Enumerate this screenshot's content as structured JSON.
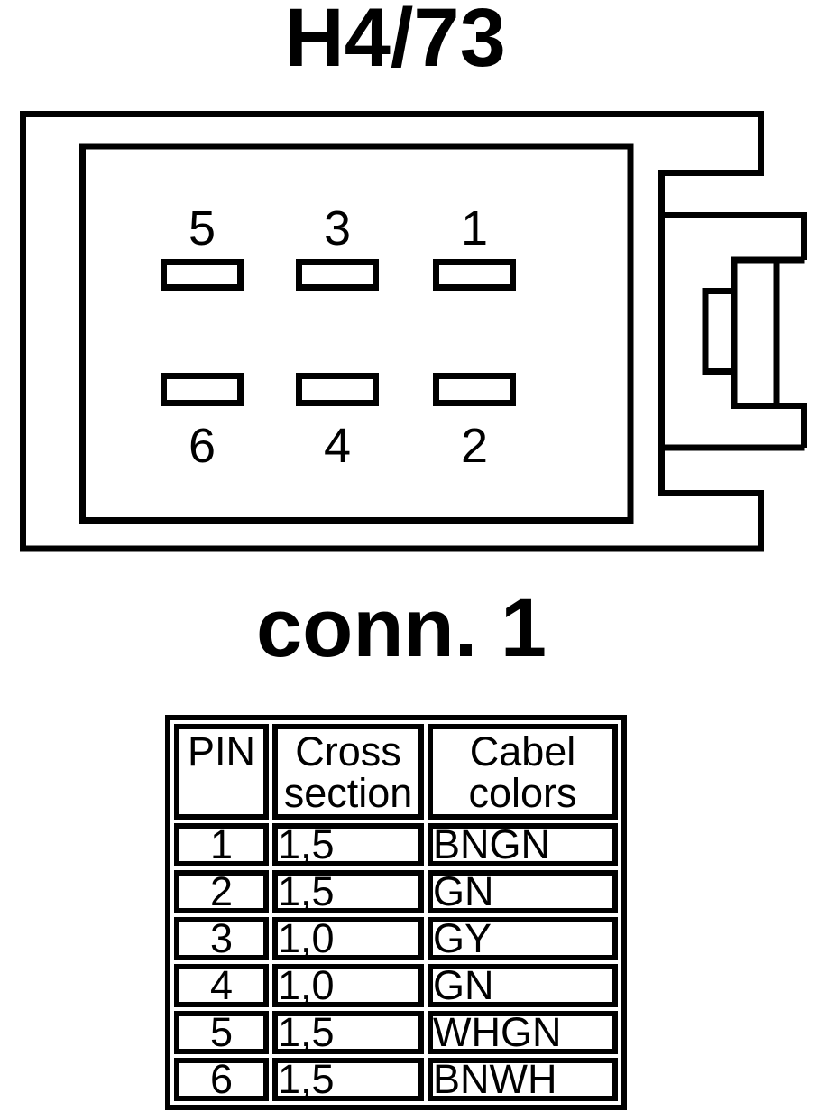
{
  "titles": {
    "connector_id": "H4/73",
    "connector_name": "conn. 1"
  },
  "connector": {
    "pin_labels_top": [
      "5",
      "3",
      "1"
    ],
    "pin_labels_bottom": [
      "6",
      "4",
      "2"
    ]
  },
  "table": {
    "headers": [
      "PIN",
      "Cross section",
      "Cabel colors"
    ],
    "rows": [
      {
        "pin": "1",
        "cross_section": "1,5",
        "cabel_color": "BNGN"
      },
      {
        "pin": "2",
        "cross_section": "1,5",
        "cabel_color": "GN"
      },
      {
        "pin": "3",
        "cross_section": "1,0",
        "cabel_color": "GY"
      },
      {
        "pin": "4",
        "cross_section": "1,0",
        "cabel_color": "GN"
      },
      {
        "pin": "5",
        "cross_section": "1,5",
        "cabel_color": "WHGN"
      },
      {
        "pin": "6",
        "cross_section": "1,5",
        "cabel_color": "BNWH"
      }
    ]
  },
  "colors": {
    "line": "#000000",
    "background": "#ffffff"
  }
}
